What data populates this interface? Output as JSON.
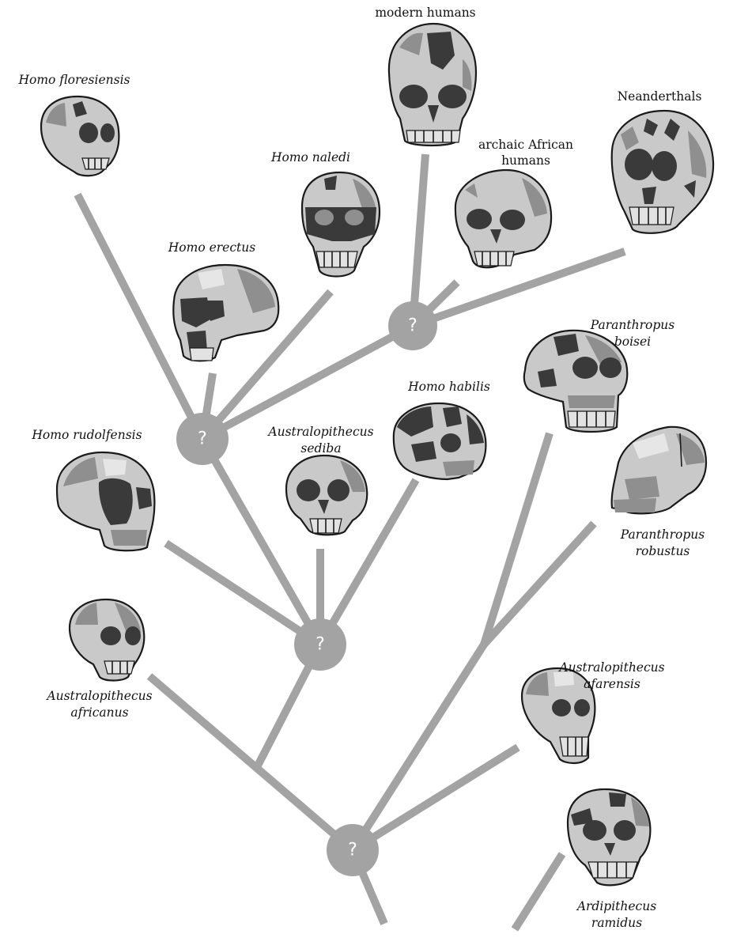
{
  "unknown_ancestor_mark": "?",
  "species": {
    "modern_humans": "modern humans",
    "neanderthals": "Neanderthals",
    "archaic_african_line1": "archaic African",
    "archaic_african_line2": "humans",
    "homo_floresiensis": "Homo floresiensis",
    "homo_naledi": "Homo naledi",
    "homo_erectus": "Homo erectus",
    "paranthropus_boisei_line1": "Paranthropus",
    "paranthropus_boisei_line2": "boisei",
    "homo_habilis": "Homo habilis",
    "homo_rudolfensis": "Homo rudolfensis",
    "australopithecus_sediba_line1": "Australopithecus",
    "australopithecus_sediba_line2": "sediba",
    "paranthropus_robustus_line1": "Paranthropus",
    "paranthropus_robustus_line2": "robustus",
    "australopithecus_africanus_line1": "Australopithecus",
    "australopithecus_africanus_line2": "africanus",
    "australopithecus_afarensis_line1": "Australopithecus",
    "australopithecus_afarensis_line2": "afarensis",
    "ardipithecus_ramidus_line1": "Ardipithecus",
    "ardipithecus_ramidus_line2": "ramidus"
  }
}
